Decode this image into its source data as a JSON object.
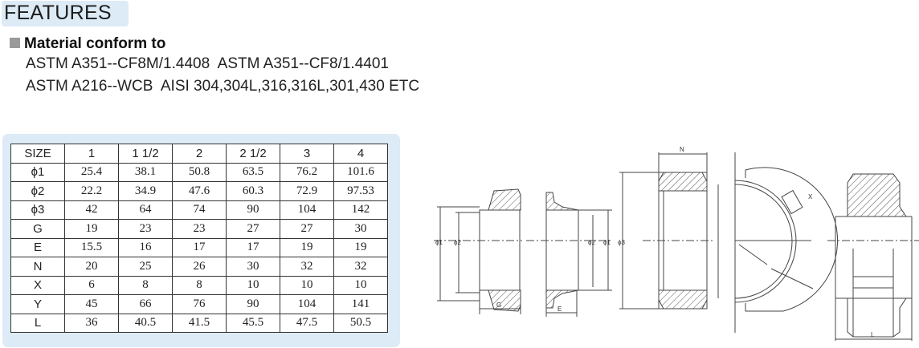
{
  "header": {
    "title": "FEATURES"
  },
  "material": {
    "heading": "Material conform to",
    "lines": [
      "ASTM A351--CF8M/1.4408  ASTM A351--CF8/1.4401",
      "ASTM A216--WCB  AISI 304,304L,316,316L,301,430 ETC"
    ]
  },
  "table": {
    "header": [
      "SIZE",
      "1",
      "1 1/2",
      "2",
      "2 1/2",
      "3",
      "4"
    ],
    "rows": [
      [
        "ϕ1",
        "25.4",
        "38.1",
        "50.8",
        "63.5",
        "76.2",
        "101.6"
      ],
      [
        "ϕ2",
        "22.2",
        "34.9",
        "47.6",
        "60.3",
        "72.9",
        "97.53"
      ],
      [
        "ϕ3",
        "42",
        "64",
        "74",
        "90",
        "104",
        "142"
      ],
      [
        "G",
        "19",
        "23",
        "23",
        "27",
        "27",
        "30"
      ],
      [
        "E",
        "15.5",
        "16",
        "17",
        "17",
        "19",
        "19"
      ],
      [
        "N",
        "20",
        "25",
        "26",
        "30",
        "32",
        "32"
      ],
      [
        "X",
        "6",
        "8",
        "8",
        "10",
        "10",
        "10"
      ],
      [
        "Y",
        "45",
        "66",
        "76",
        "90",
        "104",
        "141"
      ],
      [
        "L",
        "36",
        "40.5",
        "41.5",
        "45.5",
        "47.5",
        "50.5"
      ]
    ]
  },
  "drawing": {
    "labels": {
      "phi1": "ϕ1",
      "phi2": "ϕ2",
      "phi3": "ϕ3",
      "g": "G",
      "e": "E",
      "n": "N",
      "x": "X",
      "l": "L"
    }
  }
}
